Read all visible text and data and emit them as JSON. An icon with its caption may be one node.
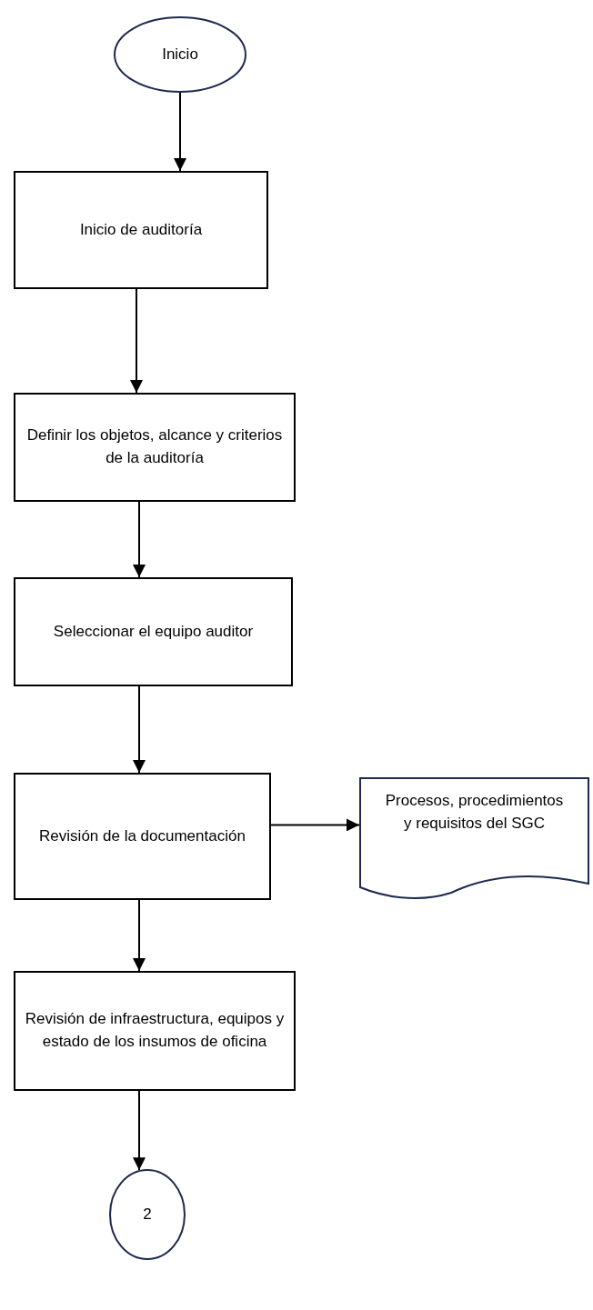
{
  "diagram": {
    "nodes": [
      {
        "text": [
          "Inicio"
        ]
      },
      {
        "text": [
          "Inicio de auditoría"
        ]
      },
      {
        "text": [
          "Definir los objetos, alcance y criterios de la auditoría"
        ]
      },
      {
        "text": [
          "Seleccionar el equipo auditor"
        ]
      },
      {
        "text": [
          "Revisión de la documentación"
        ]
      },
      {
        "text": [
          "Procesos, procedimientos y requisitos del SGC"
        ]
      },
      {
        "text": [
          "Revisión de infraestructura, equipos y estado de los insumos de oficina"
        ]
      },
      {
        "text": [
          "2"
        ]
      }
    ],
    "edges": [
      {
        "from": 0,
        "to": 1,
        "arrow": "to"
      },
      {
        "from": 1,
        "to": 2,
        "arrow": "to"
      },
      {
        "from": 2,
        "to": 3,
        "arrow": "to"
      },
      {
        "from": 3,
        "to": 4,
        "arrow": "to"
      },
      {
        "from": 4,
        "to": 5,
        "arrow": "to"
      },
      {
        "from": 4,
        "to": 6,
        "arrow": "to"
      },
      {
        "from": 6,
        "to": 7,
        "arrow": "to"
      }
    ]
  }
}
